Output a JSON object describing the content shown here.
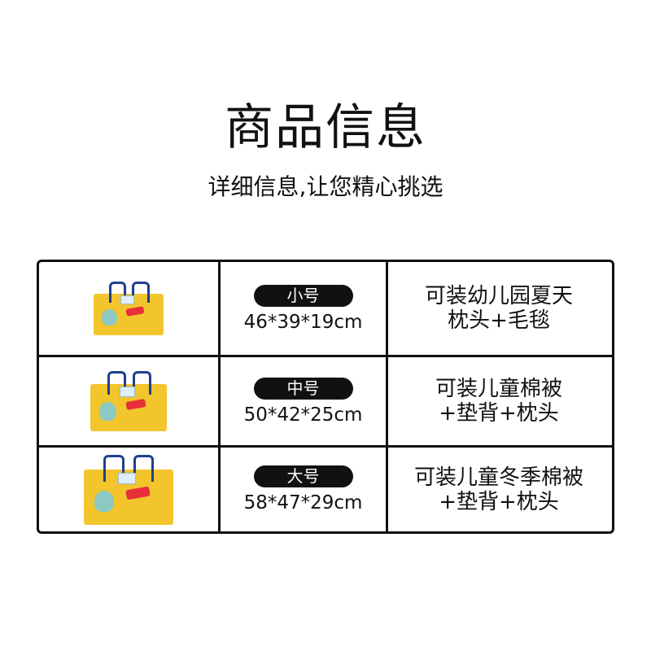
{
  "header": {
    "title": "商品信息",
    "subtitle": "详细信息,让您精心挑选"
  },
  "rows": [
    {
      "size": "小号",
      "dimensions": "46*39*19cm",
      "use_line1": "可装幼儿园夏天",
      "use_line2": "枕头+毛毯"
    },
    {
      "size": "中号",
      "dimensions": "50*42*25cm",
      "use_line1": "可装儿童棉被",
      "use_line2": "+垫背+枕头"
    },
    {
      "size": "大号",
      "dimensions": "58*47*29cm",
      "use_line1": "可装儿童冬季棉被",
      "use_line2": "+垫背+枕头"
    }
  ],
  "colors": {
    "bag": "#f2c52c",
    "handle": "#1f3f8f",
    "pill": "#111111"
  }
}
